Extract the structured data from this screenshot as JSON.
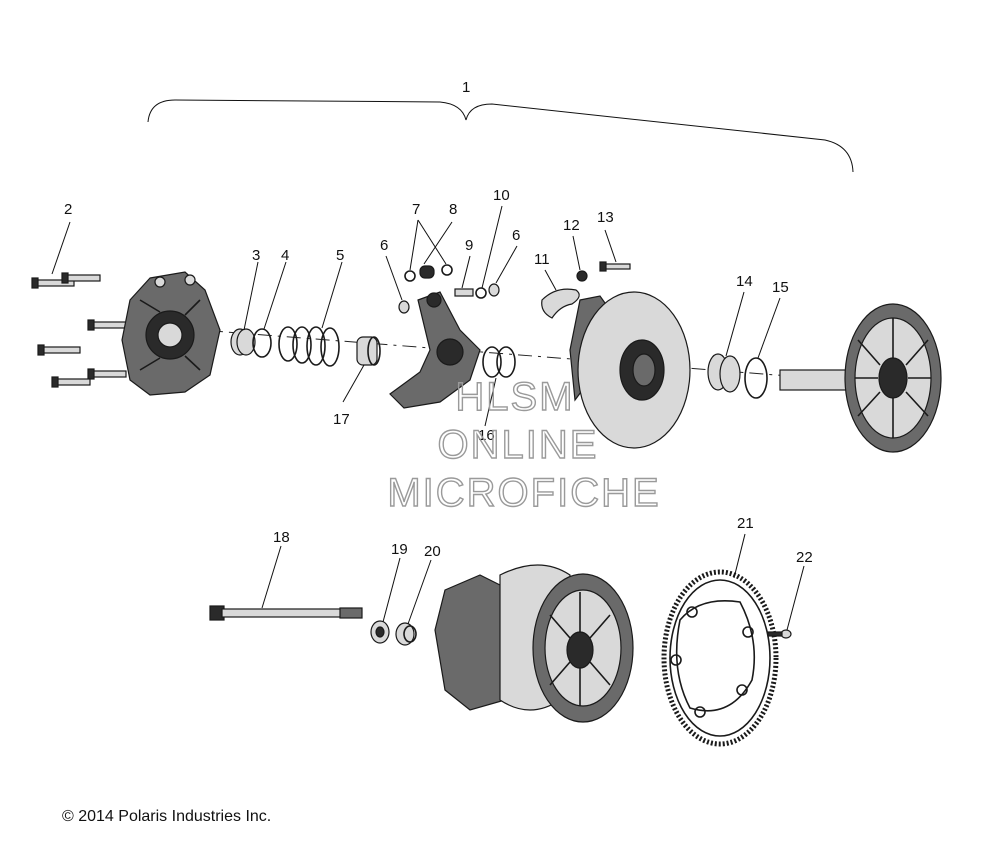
{
  "diagram": {
    "callouts": [
      "1",
      "2",
      "3",
      "4",
      "5",
      "6",
      "7",
      "8",
      "9",
      "10",
      "6",
      "11",
      "12",
      "13",
      "14",
      "15",
      "17",
      "16",
      "18",
      "19",
      "20",
      "21",
      "22"
    ],
    "watermark": [
      "HLSM",
      "ONLINE",
      "MICROFICHE"
    ],
    "copyright": "© 2014 Polaris Industries Inc."
  }
}
